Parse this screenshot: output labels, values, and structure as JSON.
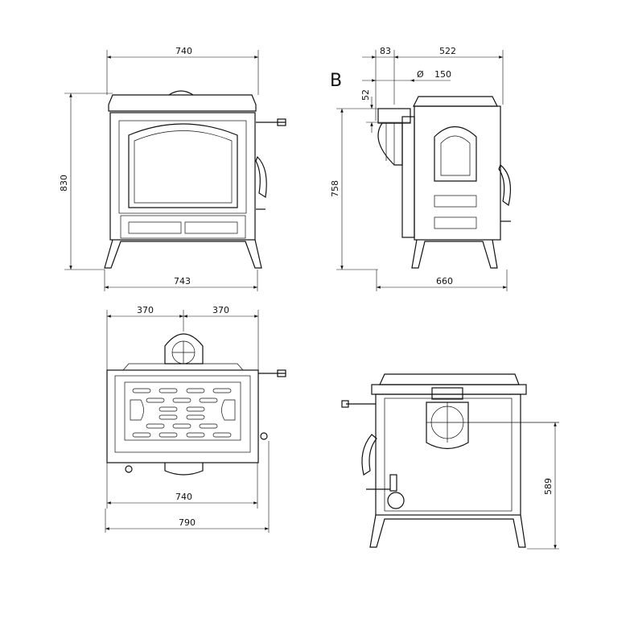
{
  "front_view": {
    "width_top": "740",
    "height": "830",
    "width_bottom": "743"
  },
  "side_view": {
    "label": "B",
    "flue_offset": "83",
    "depth_top": "522",
    "flue_diameter_symbol": "Ø",
    "flue_diameter": "150",
    "flue_height_offset": "52",
    "flue_height": "758",
    "depth_bottom": "660"
  },
  "top_view": {
    "half_left": "370",
    "half_right": "370",
    "width_body": "740",
    "width_total": "790"
  },
  "back_view": {
    "flue_center_height": "589"
  }
}
